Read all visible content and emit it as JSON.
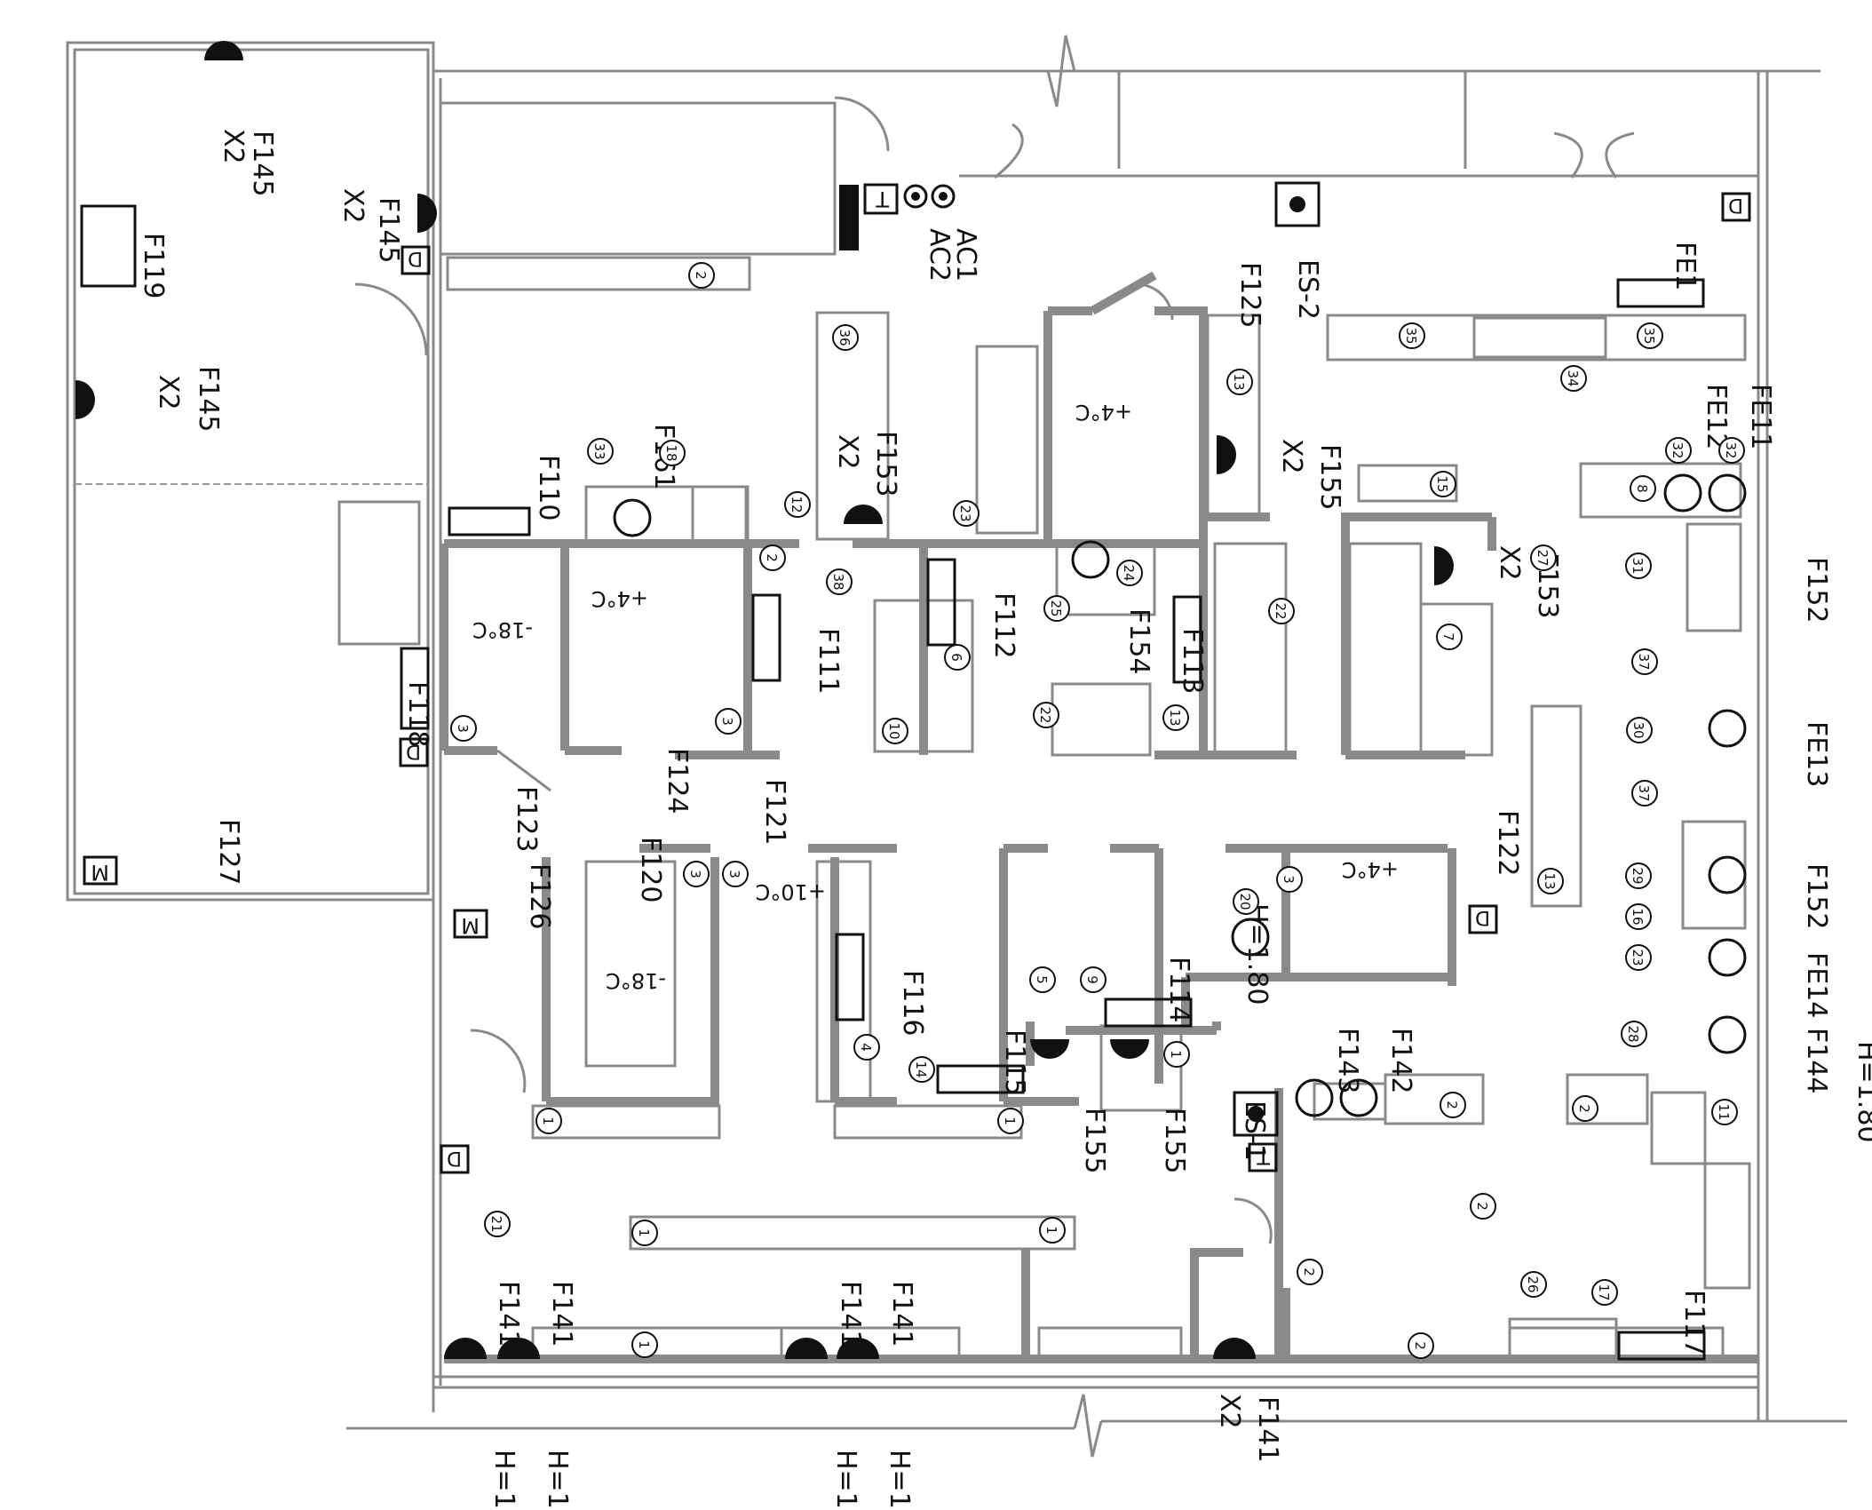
{
  "fixture_tags": {
    "f145_a": "F145",
    "f145_b": "F145",
    "f145_c": "F145",
    "x2": "X2",
    "f119": "F119",
    "f118": "F118",
    "f127": "F127",
    "f126": "F126",
    "f110": "F110",
    "f161": "F161",
    "f153_a": "F153",
    "f153_b": "F153",
    "f125": "F125",
    "f155_a": "F155",
    "f155_b": "F155",
    "f155_c": "F155",
    "f111": "F111",
    "f112": "F112",
    "f154": "F154",
    "f113": "F113",
    "f123": "F123",
    "f124": "F124",
    "f121": "F121",
    "f120": "F120",
    "f122": "F122",
    "f116": "F116",
    "f115": "F115",
    "f114": "F114",
    "f143": "F143",
    "f142": "F142",
    "f117": "F117",
    "f141": "F141",
    "fe1": "FE1",
    "fe11": "FE11",
    "fe12": "FE12",
    "fe13": "FE13",
    "fe14": "FE14",
    "f152_a": "F152",
    "f152_b": "F152",
    "f144": "F144",
    "h180": "H=1.80",
    "ac1": "AC1",
    "ac2": "AC2",
    "es1": "ES-1",
    "es2": "ES-2",
    "m": "M",
    "t": "T",
    "d": "D"
  },
  "room_temps": {
    "minus18": "-18°C",
    "plus4": "+4°C",
    "plus10": "+10°C"
  },
  "equipment_numbers": [
    "1",
    "2",
    "3",
    "4",
    "5",
    "6",
    "7",
    "8",
    "9",
    "10",
    "11",
    "12",
    "13",
    "14",
    "15",
    "16",
    "17",
    "18",
    "20",
    "21",
    "22",
    "23",
    "24",
    "25",
    "26",
    "27",
    "28",
    "29",
    "30",
    "31",
    "32",
    "33",
    "34",
    "35",
    "36",
    "37",
    "38"
  ],
  "colors": {
    "wall": "#8a8a8a",
    "ink": "#111111",
    "background": "#ffffff"
  }
}
